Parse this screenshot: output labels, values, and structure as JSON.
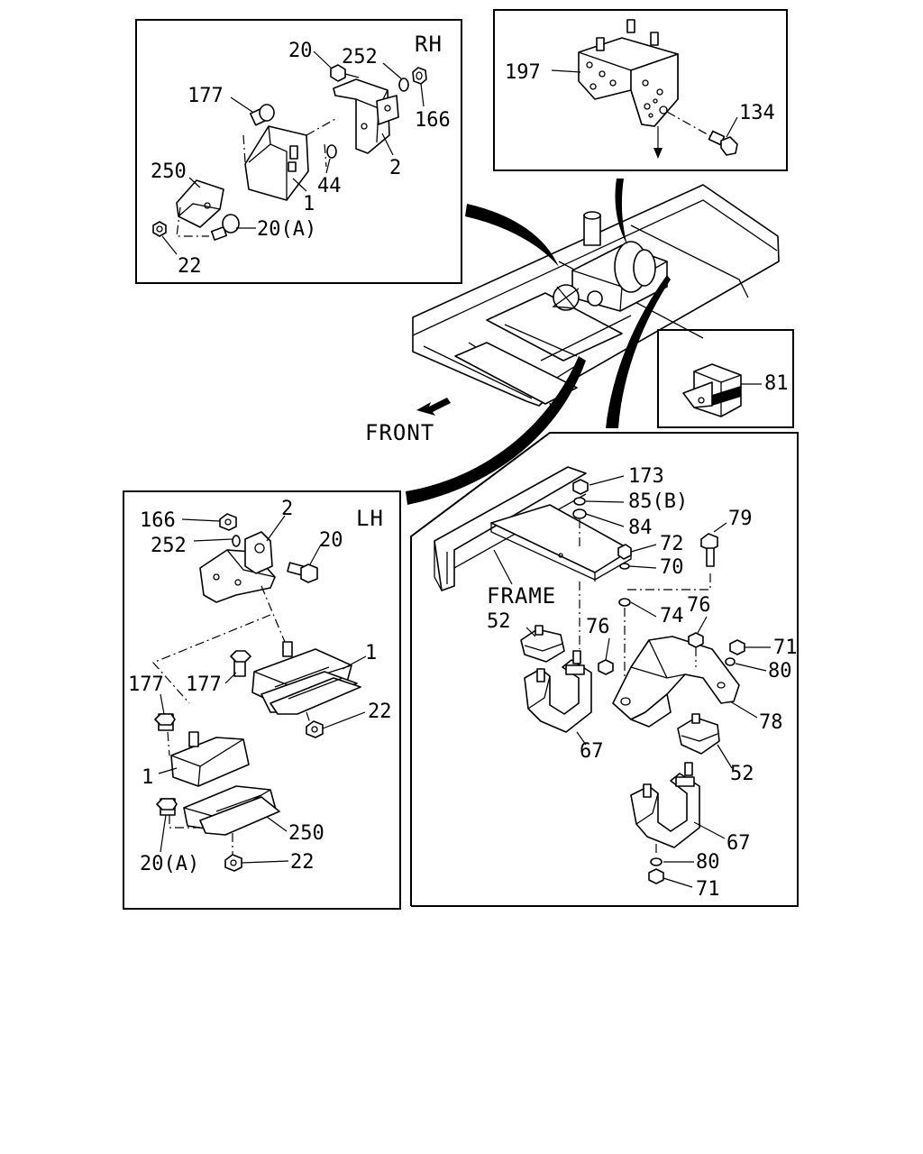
{
  "panels": {
    "rh": {
      "title": "RH",
      "labels": {
        "c20": "20",
        "c252": "252",
        "c166": "166",
        "c177": "177",
        "c2": "2",
        "c44": "44",
        "c250": "250",
        "c1": "1",
        "c20a": "20(A)",
        "c22": "22"
      }
    },
    "top_right": {
      "labels": {
        "c197": "197",
        "c134": "134"
      }
    },
    "pad": {
      "labels": {
        "c81": "81"
      }
    },
    "center": {
      "front_label": "FRONT"
    },
    "lh": {
      "title": "LH",
      "labels": {
        "c166": "166",
        "c2": "2",
        "c252": "252",
        "c20": "20",
        "c177a": "177",
        "c177b": "177",
        "c1a": "1",
        "c22a": "22",
        "c1b": "1",
        "c250": "250",
        "c20a": "20(A)",
        "c22b": "22"
      }
    },
    "rear": {
      "frame_label": "FRAME",
      "labels": {
        "c173": "173",
        "c85b": "85(B)",
        "c84": "84",
        "c79": "79",
        "c72": "72",
        "c70": "70",
        "c74": "74",
        "c52a": "52",
        "c76a": "76",
        "c76b": "76",
        "c71a": "71",
        "c80a": "80",
        "c78": "78",
        "c67a": "67",
        "c52b": "52",
        "c67b": "67",
        "c80b": "80",
        "c71b": "71"
      }
    }
  }
}
